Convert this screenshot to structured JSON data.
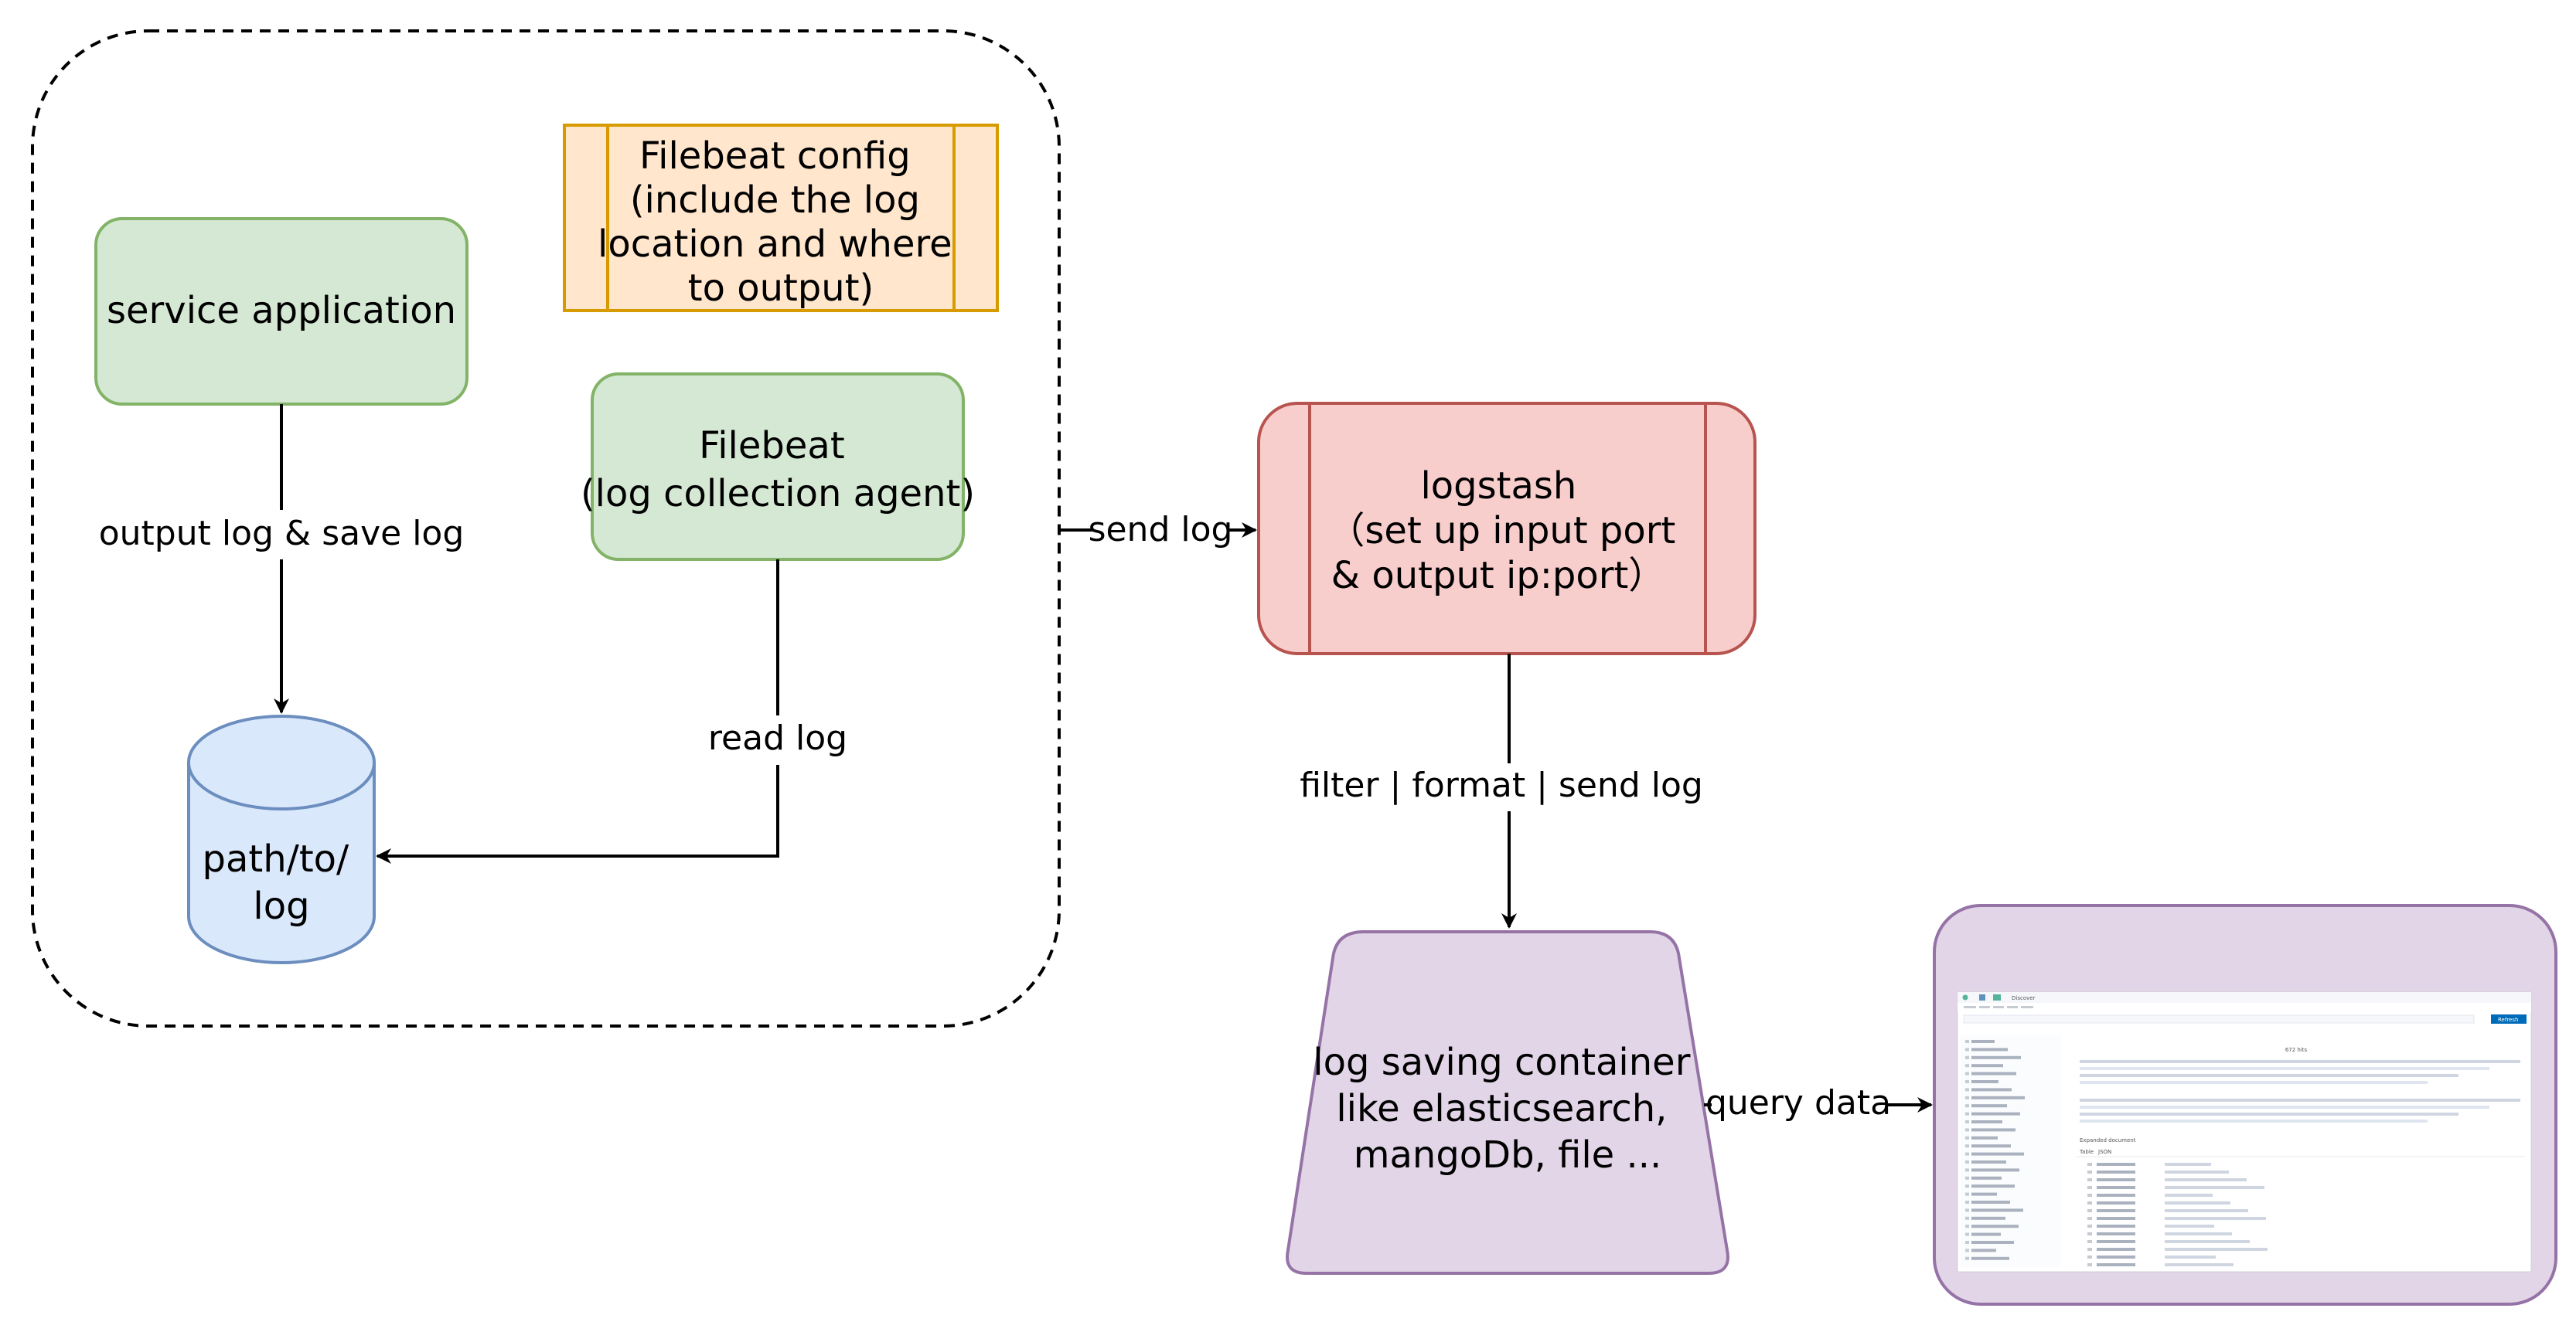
{
  "diagram": {
    "nodes": {
      "service_app": {
        "label": "service application"
      },
      "filebeat_config": {
        "label_lines": [
          "Filebeat config",
          "(include the log",
          "location and where",
          "to output)"
        ]
      },
      "filebeat": {
        "label_lines": [
          "Filebeat",
          "(log collection agent)"
        ]
      },
      "log_file": {
        "label_lines": [
          "path/to/",
          "log"
        ]
      },
      "logstash": {
        "label_lines": [
          "logstash",
          "（set up input port",
          "& output ip:port）"
        ]
      },
      "log_store": {
        "label_lines": [
          "log saving container",
          "like elasticsearch,",
          "mangoDb, file ..."
        ]
      }
    },
    "edges": {
      "output_log": {
        "label": "output log & save log"
      },
      "read_log": {
        "label": "read log"
      },
      "send_log": {
        "label": "send log"
      },
      "filter_format": {
        "label": "filter | format  | send log"
      },
      "query_data": {
        "label": "query data"
      }
    },
    "kibana_preview": {
      "window_title": "Discover",
      "refresh_label": "Refresh",
      "hits_label": "672 hits",
      "expanded_label": "Expanded document",
      "tabs": [
        "Table",
        "JSON"
      ]
    },
    "colors": {
      "green_fill": "#d5e8d4",
      "green_stroke": "#82b366",
      "orange_fill": "#ffe6cc",
      "orange_stroke": "#d79b00",
      "blue_fill": "#dae8fc",
      "blue_stroke": "#6c8ebf",
      "red_fill": "#f8cecc",
      "red_stroke": "#b85450",
      "purple_fill": "#e1d5e7",
      "purple_stroke": "#9673a6"
    }
  }
}
